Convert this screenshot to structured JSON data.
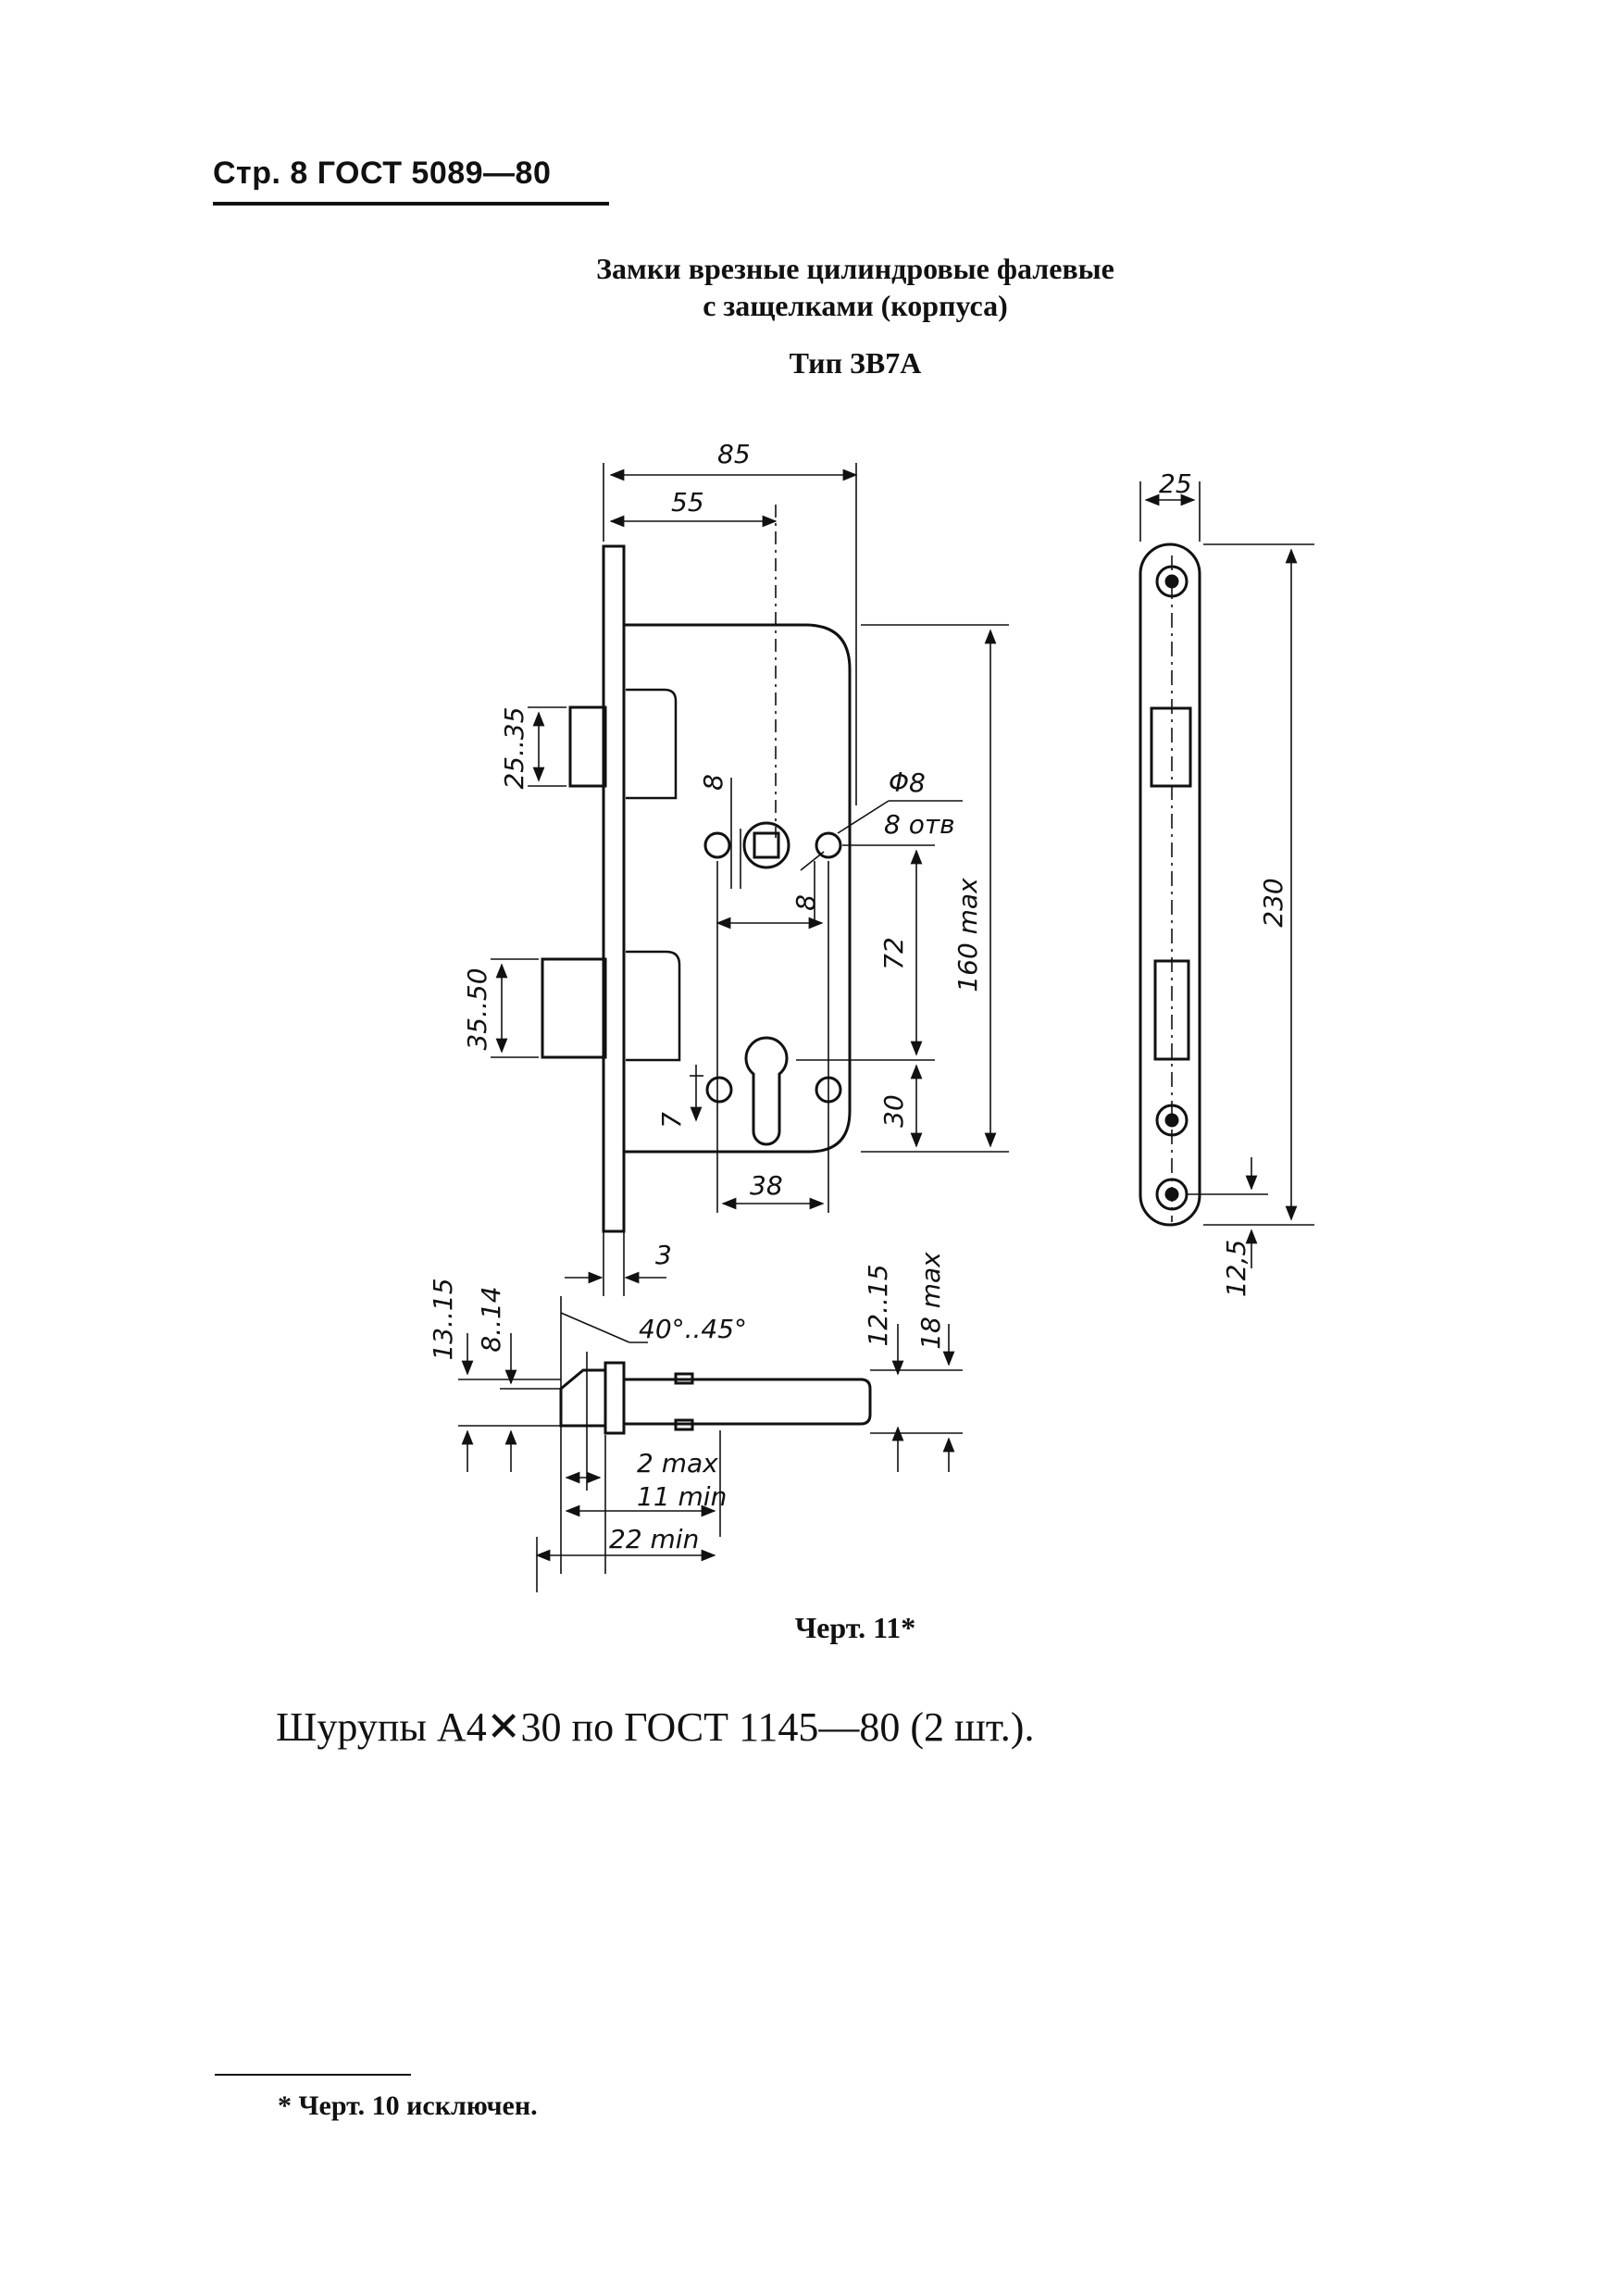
{
  "header": {
    "text": "Стр. 8 ГОСТ 5089—80"
  },
  "title": {
    "line1": "Замки врезные цилиндровые фалевые",
    "line2": "с защелками (корпуса)",
    "type": "Тип ЗВ7А"
  },
  "drawing": {
    "dims": {
      "d85": "85",
      "d55": "55",
      "d25_35": "25..35",
      "d8_top": "8",
      "d_phi8": "Φ8",
      "d_8otv": "8 отв",
      "d8_bottom": "8",
      "d72": "72",
      "d160max": "160 max",
      "d35_50": "35..50",
      "d7": "7",
      "d30": "30",
      "d38": "38",
      "d3": "3",
      "d25_side": "25",
      "d230": "230",
      "d12_5": "12,5",
      "d13_15": "13..15",
      "d8_14": "8..14",
      "d40_45": "40°..45°",
      "d12_15": "12..15",
      "d18max": "18 max",
      "d2max": "2 max",
      "d11min": "11 min",
      "d22min": "22 min"
    }
  },
  "caption": {
    "text": "Черт. 11*"
  },
  "note": {
    "text": "Шурупы А4✕30 по ГОСТ 1145—80 (2 шт.)."
  },
  "footnote": {
    "text": "* Черт. 10 исключен."
  }
}
